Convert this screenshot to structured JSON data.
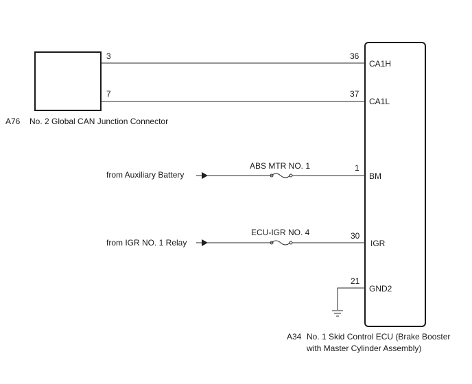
{
  "connector_a76": {
    "code": "A76",
    "name": "No. 2 Global CAN Junction Connector"
  },
  "ecu_a34": {
    "code": "A34",
    "name_line1": "No. 1 Skid Control ECU (Brake Booster",
    "name_line2": "with Master Cylinder Assembly)"
  },
  "circuits": {
    "ca1h": {
      "pin_left": "3",
      "pin_right": "36",
      "terminal": "CA1H"
    },
    "ca1l": {
      "pin_left": "7",
      "pin_right": "37",
      "terminal": "CA1L"
    },
    "bm": {
      "source": "from Auxiliary Battery",
      "fuse": "ABS MTR NO. 1",
      "pin": "1",
      "terminal": "BM"
    },
    "igr": {
      "source": "from IGR NO. 1 Relay",
      "fuse": "ECU-IGR NO. 4",
      "pin": "30",
      "terminal": "IGR"
    },
    "gnd2": {
      "pin": "21",
      "terminal": "GND2"
    }
  }
}
